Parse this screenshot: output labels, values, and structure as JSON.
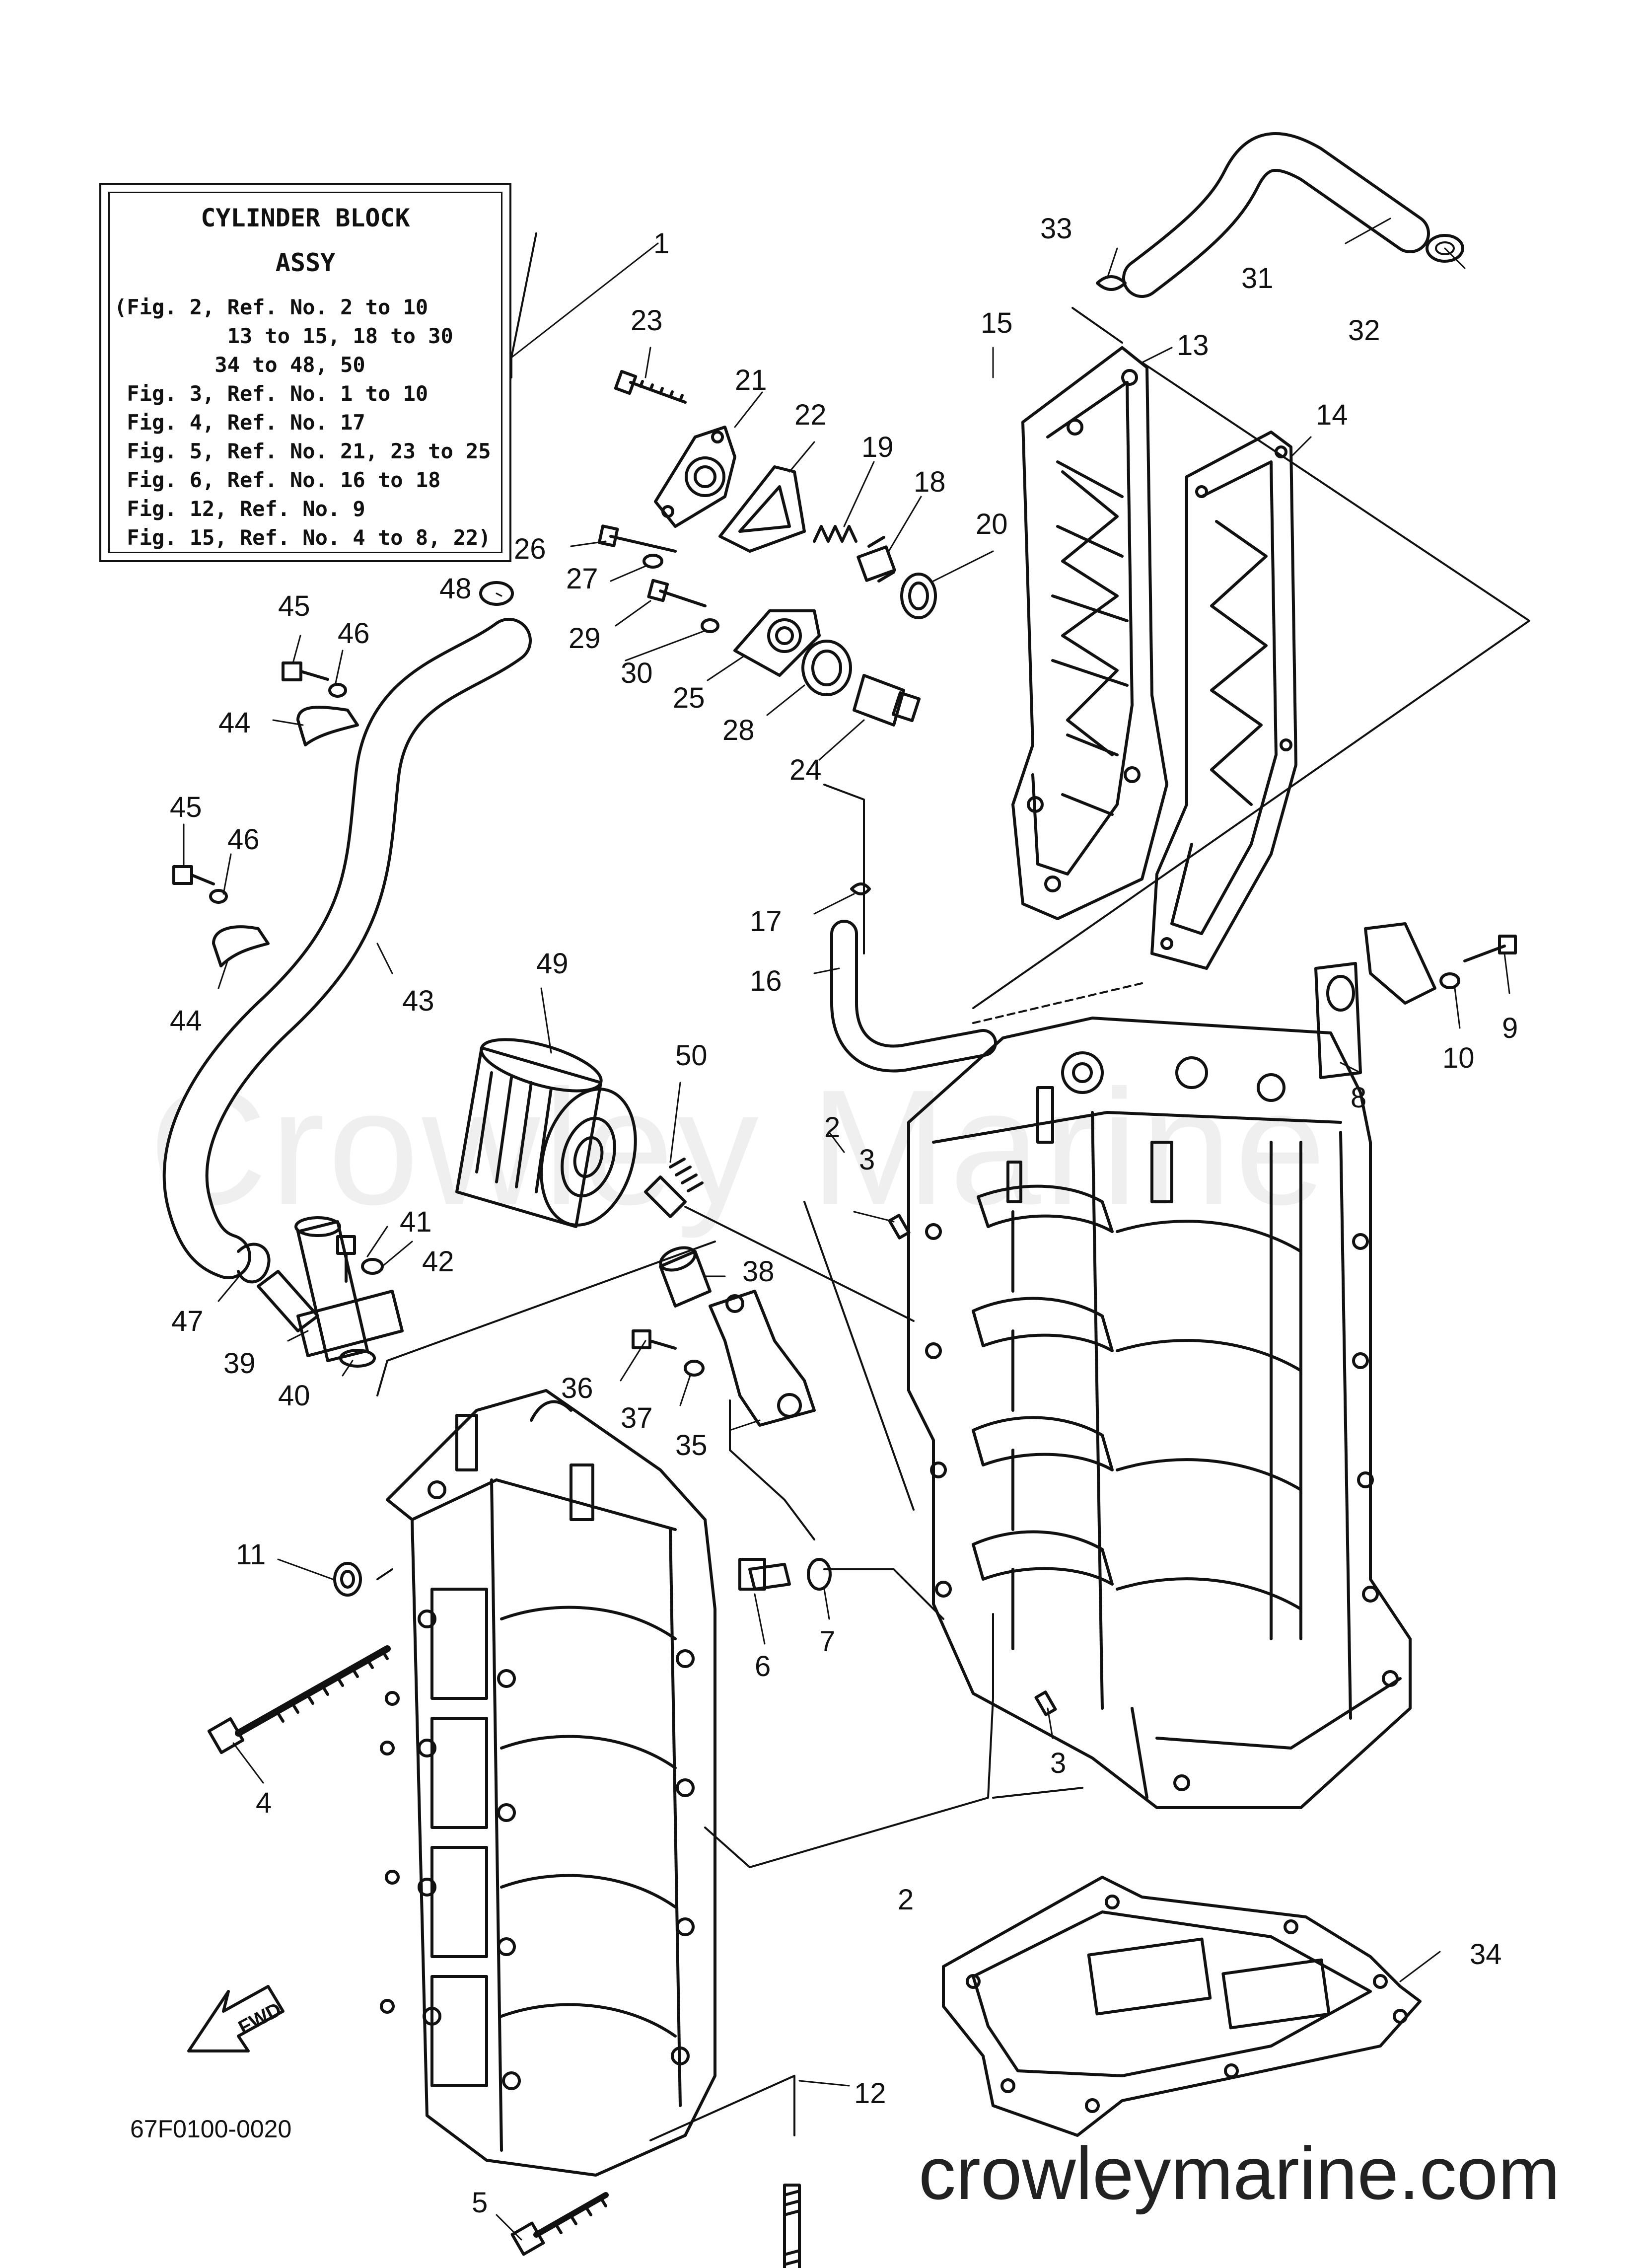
{
  "legend": {
    "title_line1": "CYLINDER BLOCK",
    "title_line2": "ASSY",
    "lines": [
      "(Fig. 2, Ref. No. 2 to 10",
      "         13 to 15, 18 to 30",
      "        34 to 48, 50",
      " Fig. 3, Ref. No. 1 to 10",
      " Fig. 4, Ref. No. 17",
      " Fig. 5, Ref. No. 21, 23 to 25",
      " Fig. 6, Ref. No. 16 to 18",
      " Fig. 12, Ref. No. 9",
      " Fig. 15, Ref. No. 4 to 8, 22)"
    ]
  },
  "callouts": [
    {
      "id": "c1",
      "text": "1"
    },
    {
      "id": "c2a",
      "text": "2"
    },
    {
      "id": "c2b",
      "text": "2"
    },
    {
      "id": "c3a",
      "text": "3"
    },
    {
      "id": "c3b",
      "text": "3"
    },
    {
      "id": "c4",
      "text": "4"
    },
    {
      "id": "c5",
      "text": "5"
    },
    {
      "id": "c6",
      "text": "6"
    },
    {
      "id": "c7",
      "text": "7"
    },
    {
      "id": "c8",
      "text": "8"
    },
    {
      "id": "c9",
      "text": "9"
    },
    {
      "id": "c10",
      "text": "10"
    },
    {
      "id": "c11",
      "text": "11"
    },
    {
      "id": "c12",
      "text": "12"
    },
    {
      "id": "c13",
      "text": "13"
    },
    {
      "id": "c14",
      "text": "14"
    },
    {
      "id": "c15",
      "text": "15"
    },
    {
      "id": "c16",
      "text": "16"
    },
    {
      "id": "c17",
      "text": "17"
    },
    {
      "id": "c18",
      "text": "18"
    },
    {
      "id": "c19",
      "text": "19"
    },
    {
      "id": "c20",
      "text": "20"
    },
    {
      "id": "c21",
      "text": "21"
    },
    {
      "id": "c22",
      "text": "22"
    },
    {
      "id": "c23",
      "text": "23"
    },
    {
      "id": "c24",
      "text": "24"
    },
    {
      "id": "c25",
      "text": "25"
    },
    {
      "id": "c26",
      "text": "26"
    },
    {
      "id": "c27",
      "text": "27"
    },
    {
      "id": "c28",
      "text": "28"
    },
    {
      "id": "c29",
      "text": "29"
    },
    {
      "id": "c30",
      "text": "30"
    },
    {
      "id": "c31",
      "text": "31"
    },
    {
      "id": "c32",
      "text": "32"
    },
    {
      "id": "c33",
      "text": "33"
    },
    {
      "id": "c34",
      "text": "34"
    },
    {
      "id": "c35",
      "text": "35"
    },
    {
      "id": "c36",
      "text": "36"
    },
    {
      "id": "c37",
      "text": "37"
    },
    {
      "id": "c38",
      "text": "38"
    },
    {
      "id": "c39",
      "text": "39"
    },
    {
      "id": "c40",
      "text": "40"
    },
    {
      "id": "c41",
      "text": "41"
    },
    {
      "id": "c42",
      "text": "42"
    },
    {
      "id": "c43",
      "text": "43"
    },
    {
      "id": "c44a",
      "text": "44"
    },
    {
      "id": "c44b",
      "text": "44"
    },
    {
      "id": "c45a",
      "text": "45"
    },
    {
      "id": "c45b",
      "text": "45"
    },
    {
      "id": "c46a",
      "text": "46"
    },
    {
      "id": "c46b",
      "text": "46"
    },
    {
      "id": "c47",
      "text": "47"
    },
    {
      "id": "c48",
      "text": "48"
    },
    {
      "id": "c49",
      "text": "49"
    },
    {
      "id": "c50",
      "text": "50"
    }
  ],
  "fwd_label": "FWD",
  "diagram_code": "67F0100-0020",
  "watermark": "Crowley Marine",
  "site_url": "crowleymarine.com",
  "colors": {
    "line": "#111111",
    "background": "#ffffff"
  }
}
